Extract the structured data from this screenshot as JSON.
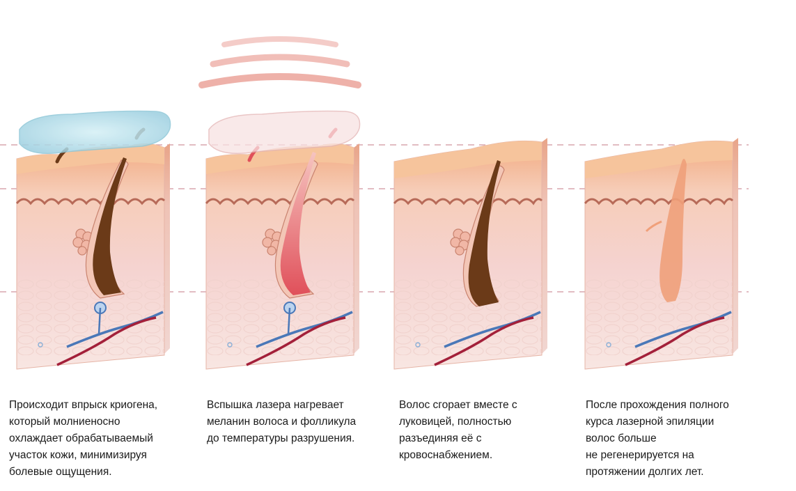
{
  "captions": [
    "Происходит впрыск криогена,\nкоторый молниеносно\nохлаждает обрабатываемый\nучасток кожи, минимизируя\nболевые ощущения.",
    "Вспышка лазера нагревает\nмеланин волоса и фолликула\nдо температуры разрушения.",
    "Волос сгорает вместе с\nлуковицей, полностью\nразъединяя её с\nкровоснабжением.",
    "После прохождения полного\nкурса лазерной эпиляции\nволос больше\nне регенерируется на\nпротяжении долгих лет."
  ],
  "colors": {
    "guide_line": "#d9a5ad",
    "skin_top": "#f6c49c",
    "epidermis": "#f2a97f",
    "dermis": "#f5d3d0",
    "hypodermis": "#f7e3df",
    "hair_dark": "#6b3a18",
    "hair_heated": "#e0505a",
    "hair_faded": "#f0a07a",
    "vein": "#4a78b8",
    "artery": "#a3203a",
    "cryogen": "#bfe4ee",
    "laser_waves": "#eba39a"
  }
}
